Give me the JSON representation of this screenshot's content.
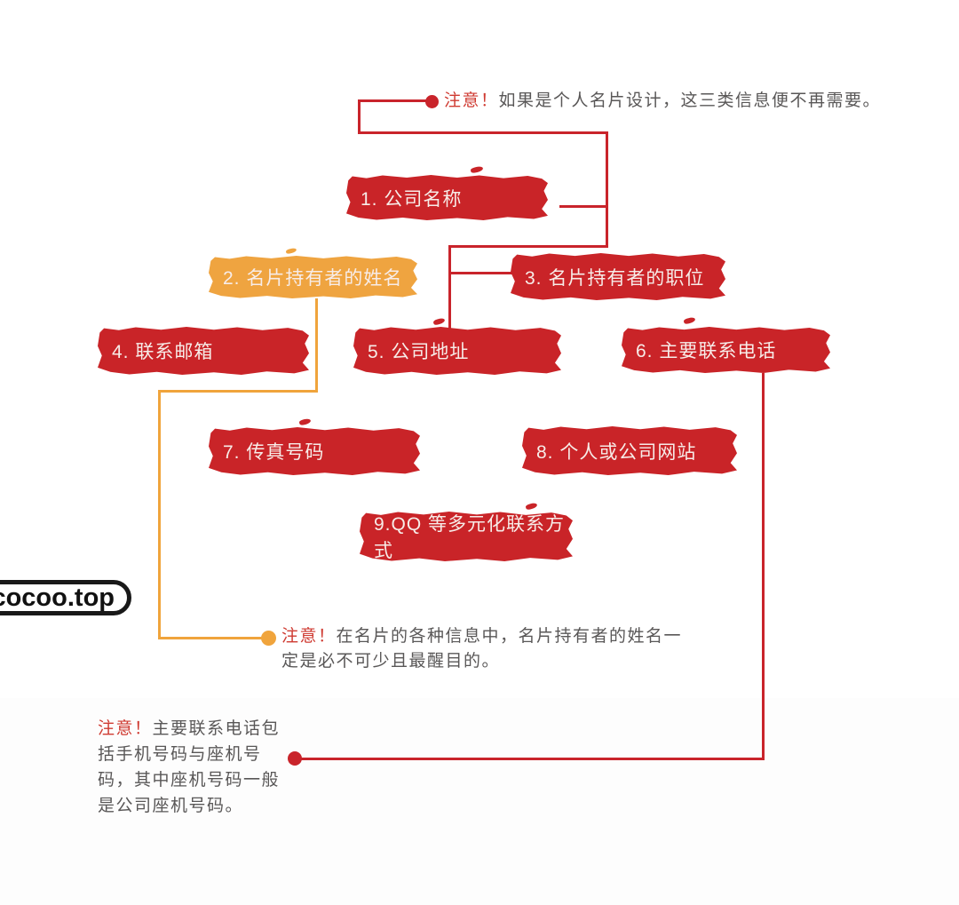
{
  "diagram": {
    "topic": "business-card-information-elements",
    "items": [
      {
        "label": "1. 公司名称",
        "variant": "red"
      },
      {
        "label": "2. 名片持有者的姓名",
        "variant": "orange"
      },
      {
        "label": "3. 名片持有者的职位",
        "variant": "red"
      },
      {
        "label": "4. 联系邮箱",
        "variant": "red"
      },
      {
        "label": "5. 公司地址",
        "variant": "red"
      },
      {
        "label": "6. 主要联系电话",
        "variant": "red"
      },
      {
        "label": "7. 传真号码",
        "variant": "red"
      },
      {
        "label": "8. 个人或公司网站",
        "variant": "red"
      },
      {
        "label": "9.QQ 等多元化联系方式",
        "variant": "red"
      }
    ]
  },
  "notes": {
    "top": {
      "prefix": "注意！",
      "text": "如果是个人名片设计，这三类信息便不再需要。"
    },
    "middle": {
      "prefix": "注意！",
      "text": "在名片的各种信息中，名片持有者的姓名一定是必不可少且最醒目的。"
    },
    "bottom": {
      "prefix": "注意！",
      "text": "主要联系电话包括手机号码与座机号码，其中座机号码一般是公司座机号码。"
    }
  },
  "logo": {
    "text": "cocoo.top"
  },
  "colors": {
    "stamp_red": "#c92428",
    "stamp_orange": "#efa440",
    "line_red": "#c9242b",
    "line_orange": "#f0a43c",
    "note_text": "#595757",
    "note_accent": "#cf3a31",
    "logo_ink": "#191919",
    "background": "#ffffff"
  }
}
